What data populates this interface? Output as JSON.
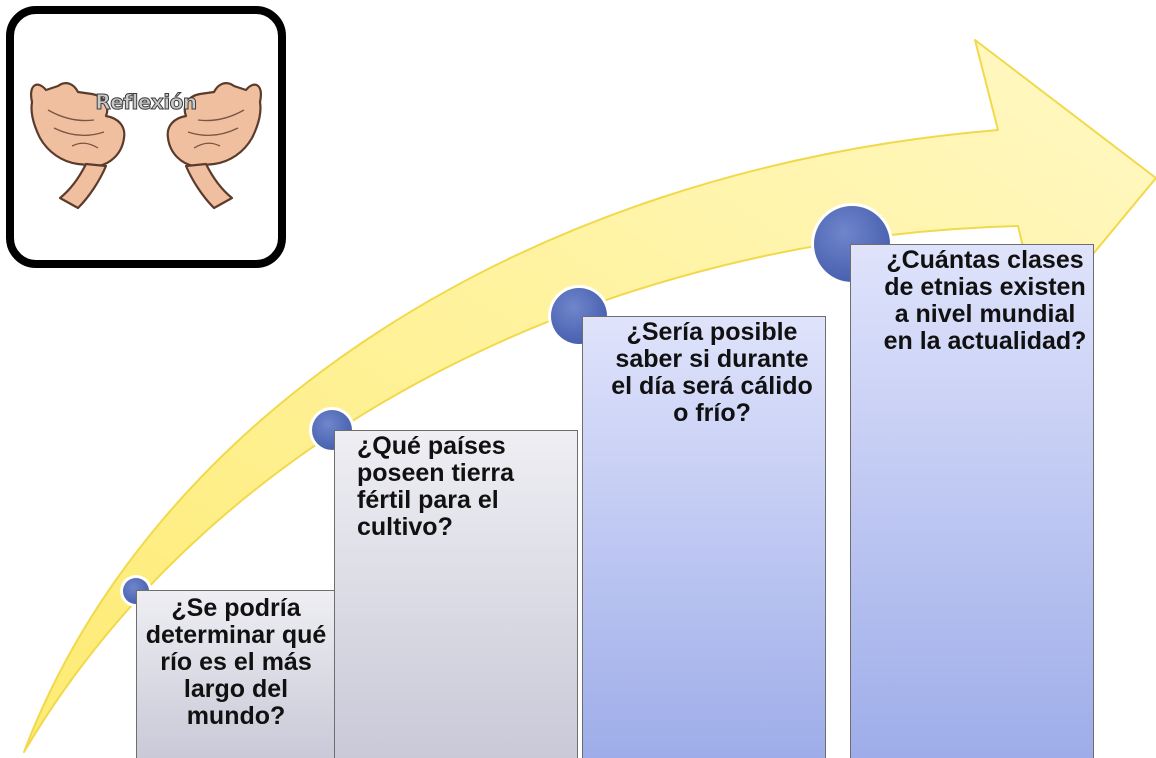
{
  "logo": {
    "word": "Reflexión",
    "icon": "cupped-hands-icon"
  },
  "colors": {
    "arrow_fill": "#fff6a6",
    "arrow_stroke": "#f1d94c",
    "circle": "#4a62b0",
    "box_grey": "#d2d2df",
    "box_blue": "#aebaee"
  },
  "steps": [
    {
      "text": "¿Se podría determinar qué río es el más largo del mundo?"
    },
    {
      "text": "¿Qué países poseen tierra fértil para el cultivo?"
    },
    {
      "text": "¿Sería posible saber si durante el día será cálido o frío?"
    },
    {
      "text": "¿Cuántas clases de etnias existen a nivel mundial en la actualidad?"
    }
  ]
}
